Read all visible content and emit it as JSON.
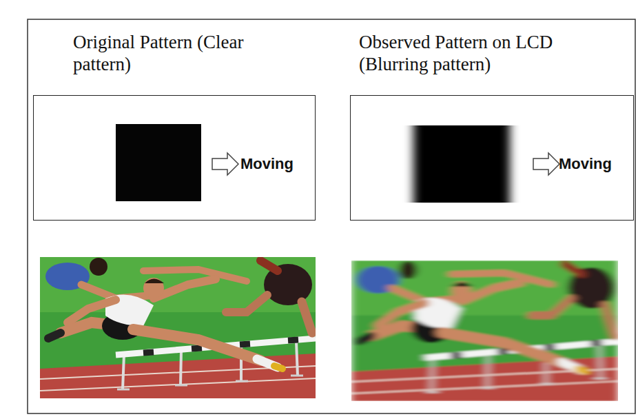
{
  "diagram": {
    "nodes": [
      {
        "text": [
          "Original Pattern (Clear pattern)",
          "Moving"
        ]
      },
      {
        "text": [
          "Observed Pattern on LCD (Blurring pattern)",
          "Moving"
        ]
      }
    ]
  }
}
